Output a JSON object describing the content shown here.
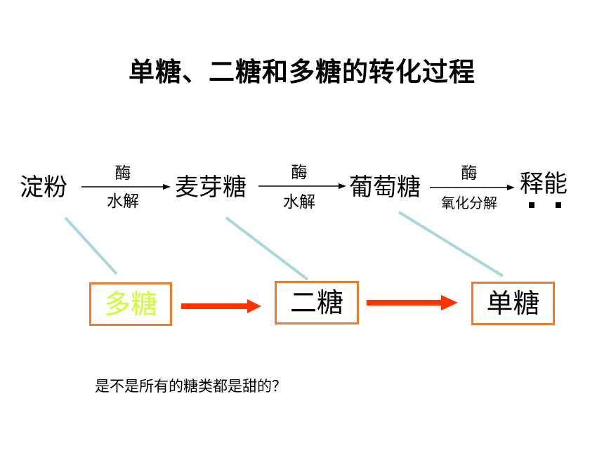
{
  "title": "单糖、二糖和多糖的转化过程",
  "reaction": {
    "nodes": [
      "淀粉",
      "麦芽糖",
      "葡萄糖",
      "释能"
    ],
    "steps": [
      {
        "reagent": "酶",
        "condition": "水解"
      },
      {
        "reagent": "酶",
        "condition": "水解"
      },
      {
        "reagent": "酶",
        "condition": "氧化分解"
      }
    ]
  },
  "categories": [
    {
      "label": "多糖",
      "text_color": "#ccff33"
    },
    {
      "label": "二糖",
      "text_color": "#000000"
    },
    {
      "label": "单糖",
      "text_color": "#000000"
    }
  ],
  "question": "是不是所有的糖类都是甜的？",
  "colors": {
    "box_border": "#f07a2a",
    "arrow": "#ff3300",
    "connector": "#a8d8dc"
  }
}
